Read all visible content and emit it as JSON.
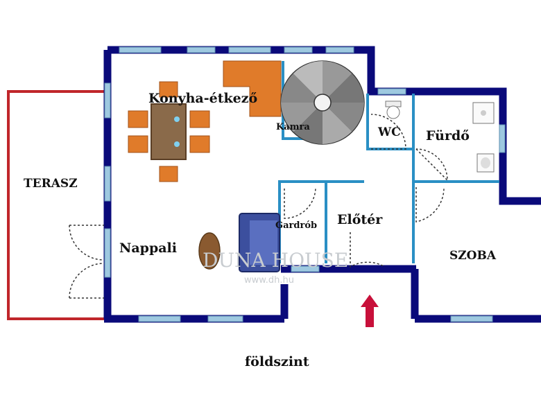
{
  "rooms": {
    "terasz": "TERASZ",
    "konyha": "Konyha-étkező",
    "kamra": "Kamra",
    "wc": "WC",
    "furdo": "Fürdő",
    "gardrob": "Gardrób",
    "eloter": "Előtér",
    "nappali": "Nappali",
    "szoba": "SZOBA"
  },
  "watermark": {
    "brand": "DUNA HOUSE",
    "url": "www.dh.hu"
  },
  "caption": "földszint",
  "colors": {
    "wall": "#0a0a7a",
    "window": "#9ec9e0",
    "interior_wall": "#2a8fc4",
    "terrace": "#c0262b",
    "stair_accent": "#e07b2a",
    "table": "#8a6a4a",
    "chair": "#e07b2a",
    "sofa": "#3c4f9e",
    "entrance_arrow": "#c8103a"
  },
  "icons": {
    "entrance": "entrance-arrow-icon",
    "stairs": "spiral-staircase-icon",
    "toilet": "toilet-icon",
    "shower": "shower-icon",
    "sink": "sink-icon"
  }
}
